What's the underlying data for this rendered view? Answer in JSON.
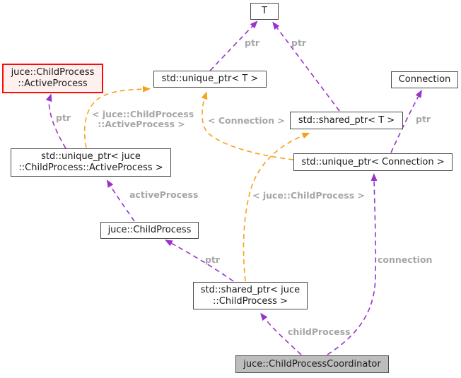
{
  "diagram": {
    "kind": "collaboration-graph",
    "colors": {
      "background": "#ffffff",
      "usage_edge_purple": "#9933cc",
      "template_edge_orange": "#f8a019",
      "edge_label_grey": "#a6a6a6",
      "node_border": "#4a4a4a",
      "node_fill": "#ffffff",
      "current_node_fill": "#bdbdbd",
      "truncated_node_border": "#ff0808",
      "truncated_node_fill": "#fdf0ee",
      "node_text": "#1a1a1a"
    },
    "nodes": {
      "t": {
        "label": "T"
      },
      "active_process": {
        "line1": "juce::ChildProcess",
        "line2": "::ActiveProcess"
      },
      "unique_ptr_t": {
        "label": "std::unique_ptr< T >"
      },
      "connection": {
        "label": "Connection"
      },
      "shared_ptr_t": {
        "label": "std::shared_ptr< T >"
      },
      "unique_ptr_active_process": {
        "line1": "std::unique_ptr< juce",
        "line2": "::ChildProcess::ActiveProcess >"
      },
      "unique_ptr_connection": {
        "label": "std::unique_ptr< Connection >"
      },
      "child_process": {
        "label": "juce::ChildProcess"
      },
      "shared_ptr_child_process": {
        "line1": "std::shared_ptr< juce",
        "line2": "::ChildProcess >"
      },
      "coordinator": {
        "label": "juce::ChildProcessCoordinator"
      }
    },
    "edge_labels": {
      "ptr_to_active_process": "ptr",
      "tmpl_active_process_line1": "< juce::ChildProcess",
      "tmpl_active_process_line2": "::ActiveProcess >",
      "tmpl_connection": "< Connection >",
      "ptr_to_t_left": "ptr",
      "ptr_to_t_right": "ptr",
      "ptr_to_connection": "ptr",
      "member_active_process": "activeProcess",
      "tmpl_child_process": "< juce::ChildProcess >",
      "ptr_to_child_process": "ptr",
      "member_connection": "connection",
      "member_child_process": "childProcess"
    }
  }
}
